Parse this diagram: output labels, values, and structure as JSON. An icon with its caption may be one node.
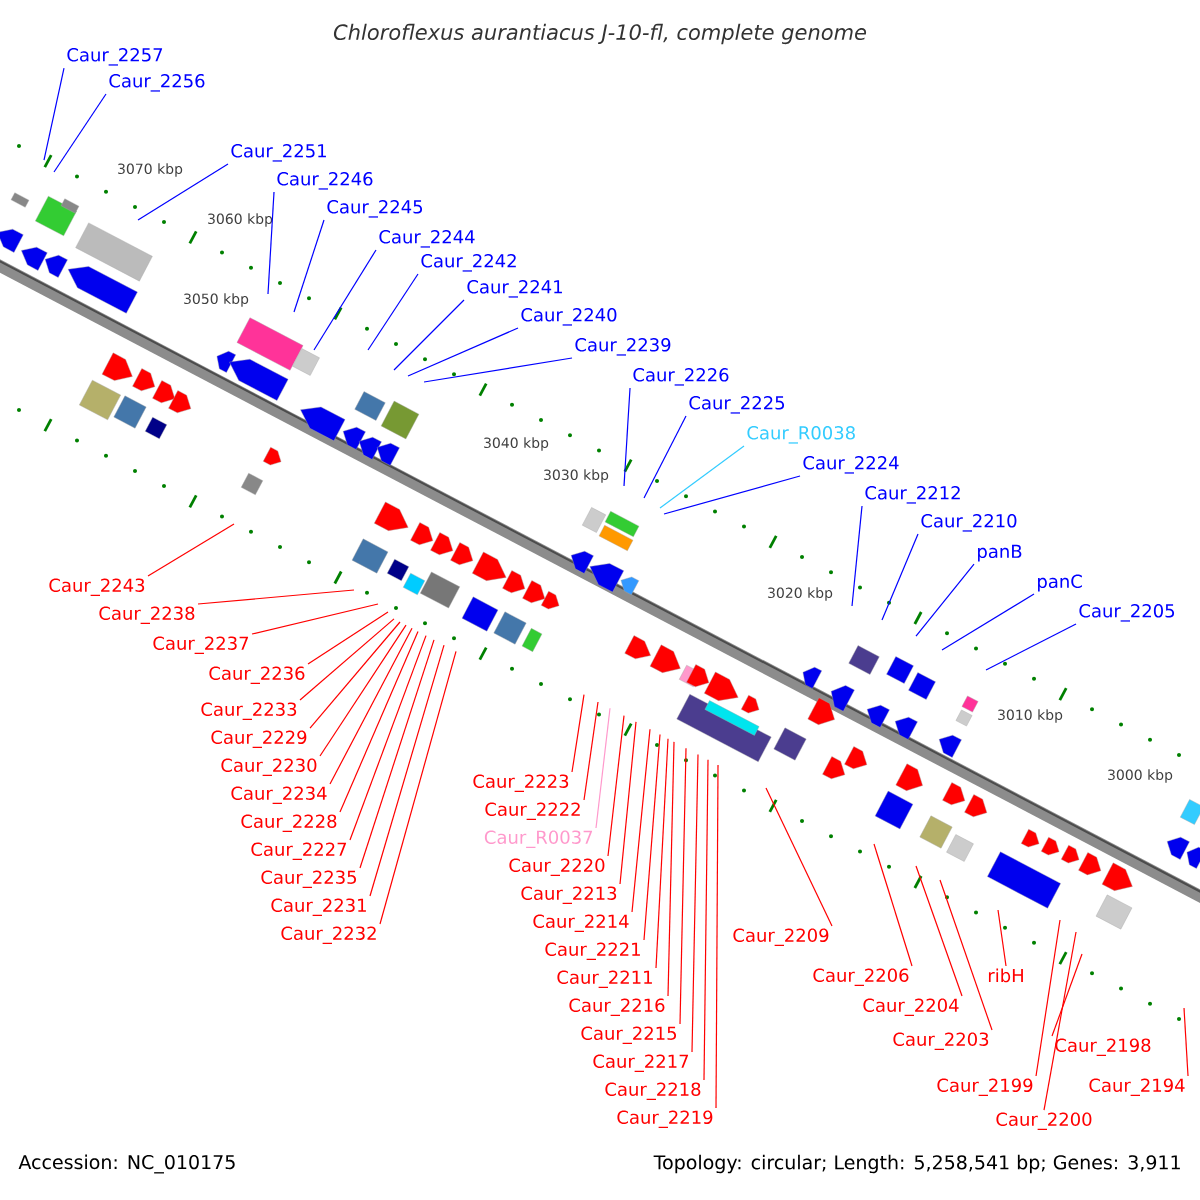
{
  "diagram": {
    "title": "Chloroflexus aurantiacus J-10-fl, complete genome",
    "nodes": [
      {
        "text": [
          "Caur_2257"
        ]
      },
      {
        "text": [
          "Caur_2256"
        ]
      },
      {
        "text": [
          "Caur_2251"
        ]
      },
      {
        "text": [
          "Caur_2246"
        ]
      },
      {
        "text": [
          "Caur_2245"
        ]
      },
      {
        "text": [
          "Caur_2244"
        ]
      },
      {
        "text": [
          "Caur_2242"
        ]
      },
      {
        "text": [
          "Caur_2241"
        ]
      },
      {
        "text": [
          "Caur_2240"
        ]
      },
      {
        "text": [
          "Caur_2239"
        ]
      },
      {
        "text": [
          "Caur_2226"
        ]
      },
      {
        "text": [
          "Caur_2225"
        ]
      },
      {
        "text": [
          "Caur_R0038"
        ]
      },
      {
        "text": [
          "Caur_2224"
        ]
      },
      {
        "text": [
          "Caur_2212"
        ]
      },
      {
        "text": [
          "Caur_2210"
        ]
      },
      {
        "text": [
          "panB"
        ]
      },
      {
        "text": [
          "panC"
        ]
      },
      {
        "text": [
          "Caur_2205"
        ]
      },
      {
        "text": [
          "Caur_2243"
        ]
      },
      {
        "text": [
          "Caur_2238"
        ]
      },
      {
        "text": [
          "Caur_2237"
        ]
      },
      {
        "text": [
          "Caur_2236"
        ]
      },
      {
        "text": [
          "Caur_2233"
        ]
      },
      {
        "text": [
          "Caur_2229"
        ]
      },
      {
        "text": [
          "Caur_2230"
        ]
      },
      {
        "text": [
          "Caur_2234"
        ]
      },
      {
        "text": [
          "Caur_2228"
        ]
      },
      {
        "text": [
          "Caur_2227"
        ]
      },
      {
        "text": [
          "Caur_2235"
        ]
      },
      {
        "text": [
          "Caur_2231"
        ]
      },
      {
        "text": [
          "Caur_2232"
        ]
      },
      {
        "text": [
          "Caur_2223"
        ]
      },
      {
        "text": [
          "Caur_2222"
        ]
      },
      {
        "text": [
          "Caur_R0037"
        ]
      },
      {
        "text": [
          "Caur_2220"
        ]
      },
      {
        "text": [
          "Caur_2213"
        ]
      },
      {
        "text": [
          "Caur_2214"
        ]
      },
      {
        "text": [
          "Caur_2221"
        ]
      },
      {
        "text": [
          "Caur_2211"
        ]
      },
      {
        "text": [
          "Caur_2216"
        ]
      },
      {
        "text": [
          "Caur_2215"
        ]
      },
      {
        "text": [
          "Caur_2217"
        ]
      },
      {
        "text": [
          "Caur_2218"
        ]
      },
      {
        "text": [
          "Caur_2219"
        ]
      },
      {
        "text": [
          "Caur_2209"
        ]
      },
      {
        "text": [
          "Caur_2206"
        ]
      },
      {
        "text": [
          "Caur_2204"
        ]
      },
      {
        "text": [
          "Caur_2203"
        ]
      },
      {
        "text": [
          "ribH"
        ]
      },
      {
        "text": [
          "Caur_2199"
        ]
      },
      {
        "text": [
          "Caur_2200"
        ]
      },
      {
        "text": [
          "Caur_2198"
        ]
      },
      {
        "text": [
          "Caur_2194"
        ]
      }
    ],
    "edges": [
      {
        "from": 0,
        "to": null,
        "arrow": "none",
        "color": "#0000ff"
      },
      {
        "from": 1,
        "to": null,
        "arrow": "none",
        "color": "#0000ff"
      },
      {
        "from": 2,
        "to": null,
        "arrow": "none",
        "color": "#0000ff"
      },
      {
        "from": 3,
        "to": null,
        "arrow": "none",
        "color": "#0000ff"
      },
      {
        "from": 4,
        "to": null,
        "arrow": "none",
        "color": "#0000ff"
      },
      {
        "from": 5,
        "to": null,
        "arrow": "none",
        "color": "#0000ff"
      },
      {
        "from": 6,
        "to": null,
        "arrow": "none",
        "color": "#0000ff"
      },
      {
        "from": 7,
        "to": null,
        "arrow": "none",
        "color": "#0000ff"
      },
      {
        "from": 8,
        "to": null,
        "arrow": "none",
        "color": "#0000ff"
      },
      {
        "from": 9,
        "to": null,
        "arrow": "none",
        "color": "#0000ff"
      },
      {
        "from": 10,
        "to": null,
        "arrow": "none",
        "color": "#0000ff"
      },
      {
        "from": 11,
        "to": null,
        "arrow": "none",
        "color": "#0000ff"
      },
      {
        "from": 12,
        "to": null,
        "arrow": "none",
        "color": "#33ccff"
      },
      {
        "from": 13,
        "to": null,
        "arrow": "none",
        "color": "#0000ff"
      },
      {
        "from": 14,
        "to": null,
        "arrow": "none",
        "color": "#0000ff"
      },
      {
        "from": 15,
        "to": null,
        "arrow": "none",
        "color": "#0000ff"
      },
      {
        "from": 16,
        "to": null,
        "arrow": "none",
        "color": "#0000ff"
      },
      {
        "from": 17,
        "to": null,
        "arrow": "none",
        "color": "#0000ff"
      },
      {
        "from": 18,
        "to": null,
        "arrow": "none",
        "color": "#0000ff"
      },
      {
        "from": 19,
        "to": null,
        "arrow": "none"
      },
      {
        "from": 20,
        "to": null,
        "arrow": "none"
      },
      {
        "from": 21,
        "to": null,
        "arrow": "none"
      },
      {
        "from": 22,
        "to": null,
        "arrow": "none"
      },
      {
        "from": 23,
        "to": null,
        "arrow": "none"
      },
      {
        "from": 24,
        "to": null,
        "arrow": "none"
      },
      {
        "from": 25,
        "to": null,
        "arrow": "none"
      },
      {
        "from": 26,
        "to": null,
        "arrow": "none"
      },
      {
        "from": 27,
        "to": null,
        "arrow": "none"
      },
      {
        "from": 28,
        "to": null,
        "arrow": "none"
      },
      {
        "from": 29,
        "to": null,
        "arrow": "none"
      },
      {
        "from": 30,
        "to": null,
        "arrow": "none"
      },
      {
        "from": 31,
        "to": null,
        "arrow": "none"
      },
      {
        "from": 32,
        "to": null,
        "arrow": "none"
      },
      {
        "from": 33,
        "to": null,
        "arrow": "none"
      },
      {
        "from": 34,
        "to": null,
        "arrow": "none",
        "color": "#ff99cc"
      },
      {
        "from": 35,
        "to": null,
        "arrow": "none"
      },
      {
        "from": 36,
        "to": null,
        "arrow": "none"
      },
      {
        "from": 37,
        "to": null,
        "arrow": "none"
      },
      {
        "from": 38,
        "to": null,
        "arrow": "none"
      },
      {
        "from": 39,
        "to": null,
        "arrow": "none"
      },
      {
        "from": 40,
        "to": null,
        "arrow": "none"
      },
      {
        "from": 41,
        "to": null,
        "arrow": "none"
      },
      {
        "from": 42,
        "to": null,
        "arrow": "none"
      },
      {
        "from": 43,
        "to": null,
        "arrow": "none"
      },
      {
        "from": 44,
        "to": null,
        "arrow": "none"
      },
      {
        "from": 45,
        "to": null,
        "arrow": "none"
      },
      {
        "from": 46,
        "to": null,
        "arrow": "none"
      },
      {
        "from": 47,
        "to": null,
        "arrow": "none"
      },
      {
        "from": 48,
        "to": null,
        "arrow": "none"
      },
      {
        "from": 49,
        "to": null,
        "arrow": "none"
      },
      {
        "from": 50,
        "to": null,
        "arrow": "none"
      },
      {
        "from": 51,
        "to": null,
        "arrow": "none"
      },
      {
        "from": 52,
        "to": null,
        "arrow": "none"
      },
      {
        "from": 53,
        "to": null,
        "arrow": "none"
      }
    ],
    "labels": [
      "3070 kbp",
      "3060 kbp",
      "3050 kbp",
      "3040 kbp",
      "3030 kbp",
      "3020 kbp",
      "3010 kbp",
      "3000 kbp",
      "Accession: NC_010175",
      "Topology: circular; Length: 5,258,541 bp; Genes: 3,911"
    ]
  }
}
